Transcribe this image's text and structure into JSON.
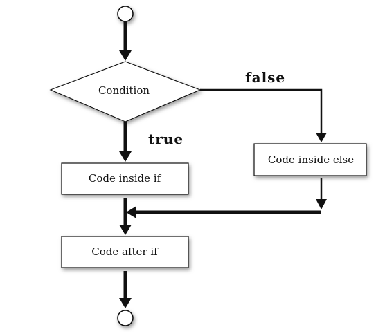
{
  "nodes": {
    "condition": "Condition",
    "code_inside_if": "Code inside if",
    "code_inside_else": "Code inside else",
    "code_after_if": "Code after if"
  },
  "edges": {
    "true_label": "true",
    "false_label": "false"
  },
  "colors": {
    "stroke": "#111111",
    "background": "#ffffff",
    "shadow": "#777777"
  }
}
